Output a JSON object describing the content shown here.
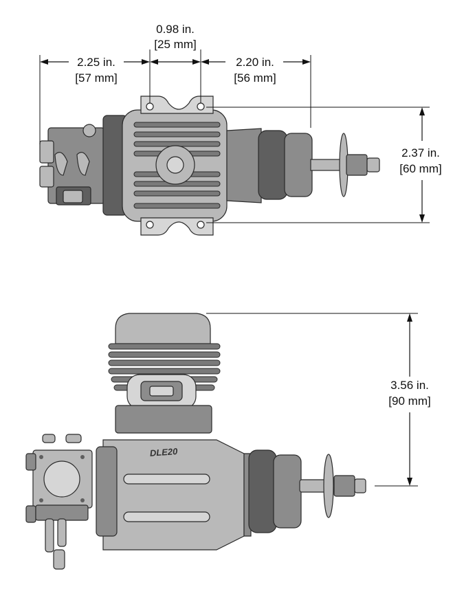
{
  "views": {
    "top": {
      "dim_width_left": {
        "line1": "2.25 in.",
        "line2": "[57 mm]"
      },
      "dim_width_mid": {
        "line1": "0.98 in.",
        "line2": "[25 mm]"
      },
      "dim_width_right": {
        "line1": "2.20 in.",
        "line2": "[56 mm]"
      },
      "dim_height": {
        "line1": "2.37 in.",
        "line2": "[60 mm]"
      }
    },
    "side": {
      "brand_marking": "DLE20",
      "dim_height": {
        "line1": "3.56 in.",
        "line2": "[90 mm]"
      }
    }
  },
  "colors": {
    "ink": "#111111",
    "metal_dark": "#5f5f5f",
    "metal_mid": "#8c8c8c",
    "metal_light": "#b9b9b9"
  }
}
